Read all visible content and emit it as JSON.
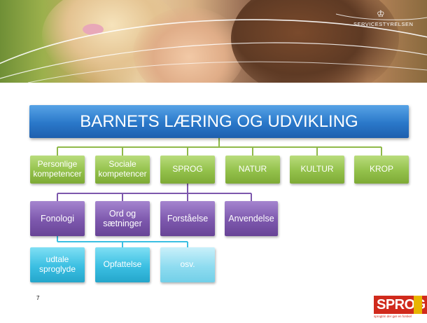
{
  "header": {
    "logo_text": "SERVICESTYRELSEN"
  },
  "diagram": {
    "title": "BARNETS LÆRING OG UDVIKLING",
    "level1": [
      "Personlige kompetencer",
      "Sociale kompetencer",
      "SPROG",
      "NATUR",
      "KULTUR",
      "KROP"
    ],
    "level2": [
      "Fonologi",
      "Ord og sætninger",
      "Forståelse",
      "Anvendelse"
    ],
    "level3": [
      "udtale sproglyde",
      "Opfattelse",
      "osv."
    ]
  },
  "footer": {
    "page_number": "7",
    "brand": "SPROG",
    "brand_tagline": "sprogtrin der gør en forskel"
  },
  "colors": {
    "title_blue": "#2a78c9",
    "green": "#93c14b",
    "purple": "#7d58ad",
    "cyan": "#3bbfe2"
  }
}
